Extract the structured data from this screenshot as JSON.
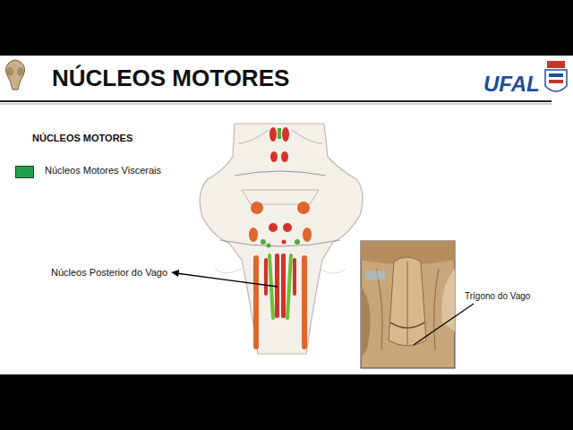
{
  "diagram": {
    "title": "NÚCLEOS MOTORES",
    "labels": [
      "UFAL",
      "NÚCLEOS MOTORES",
      "Núcleos Posterior do Vago",
      "Trígono do Vago"
    ],
    "legend": [
      {
        "text": "Núcleos Motores Viscerais",
        "color": "#1fa04a"
      }
    ]
  }
}
